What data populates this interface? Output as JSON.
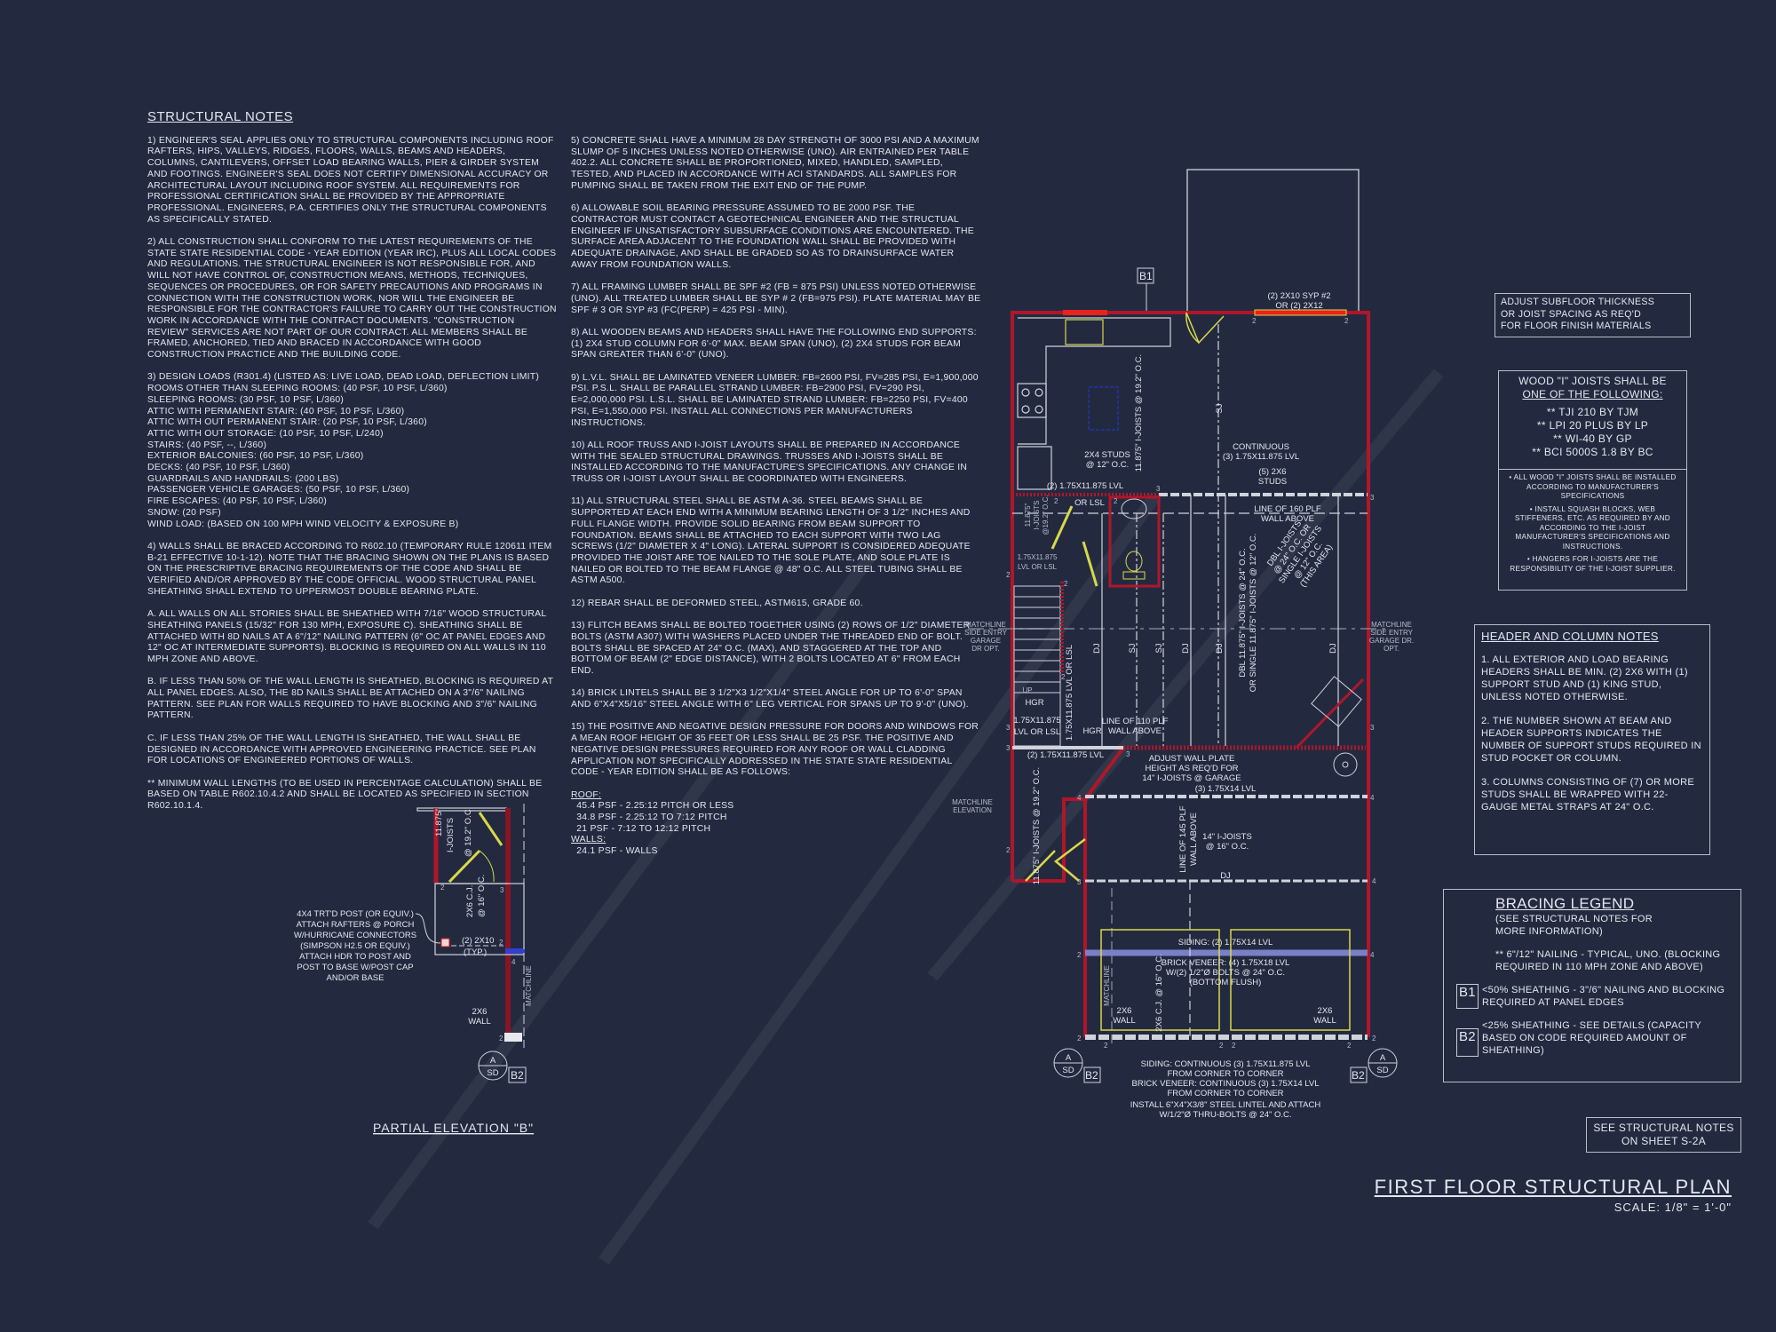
{
  "structural_notes": {
    "title": "STRUCTURAL NOTES",
    "left": [
      "1) ENGINEER'S SEAL APPLIES ONLY TO STRUCTURAL COMPONENTS INCLUDING ROOF RAFTERS, HIPS, VALLEYS, RIDGES, FLOORS, WALLS, BEAMS AND HEADERS, COLUMNS, CANTILEVERS, OFFSET LOAD BEARING WALLS, PIER & GIRDER SYSTEM AND FOOTINGS. ENGINEER'S SEAL DOES NOT CERTIFY DIMENSIONAL ACCURACY OR ARCHITECTURAL LAYOUT INCLUDING ROOF SYSTEM. ALL REQUIREMENTS FOR PROFESSIONAL CERTIFICATION SHALL BE PROVIDED BY THE APPROPRIATE PROFESSIONAL. ENGINEERS, P.A. CERTIFIES ONLY THE STRUCTURAL COMPONENTS AS SPECIFICALLY STATED.",
      "2) ALL CONSTRUCTION SHALL CONFORM TO THE LATEST REQUIREMENTS OF THE STATE STATE RESIDENTIAL CODE - YEAR EDITION (YEAR IRC), PLUS ALL LOCAL CODES AND REGULATIONS. THE STRUCTURAL ENGINEER IS NOT RESPONSIBLE FOR, AND WILL NOT HAVE CONTROL OF, CONSTRUCTION MEANS, METHODS, TECHNIQUES, SEQUENCES OR PROCEDURES, OR FOR SAFETY PRECAUTIONS AND PROGRAMS IN CONNECTION WITH THE CONSTRUCTION WORK, NOR WILL THE ENGINEER BE RESPONSIBLE FOR THE CONTRACTOR'S FAILURE TO CARRY OUT THE CONSTRUCTION WORK IN ACCORDANCE WITH THE CONTRACT DOCUMENTS. \"CONSTRUCTION REVIEW\" SERVICES ARE NOT PART OF OUR CONTRACT. ALL MEMBERS SHALL BE FRAMED, ANCHORED, TIED AND BRACED IN ACCORDANCE WITH GOOD CONSTRUCTION PRACTICE AND THE BUILDING CODE."
    ],
    "design_loads": [
      "3) DESIGN LOADS (R301.4) (LISTED AS: LIVE LOAD, DEAD LOAD, DEFLECTION LIMIT)",
      "ROOMS OTHER THAN SLEEPING ROOMS: (40 PSF, 10 PSF, L/360)",
      "SLEEPING ROOMS: (30 PSF, 10 PSF, L/360)",
      "ATTIC WITH PERMANENT STAIR: (40 PSF, 10 PSF, L/360)",
      "ATTIC WITH OUT PERMANENT STAIR: (20 PSF, 10 PSF, L/360)",
      "ATTIC WITH OUT STORAGE: (10 PSF, 10 PSF, L/240)",
      "STAIRS: (40 PSF, --, L/360)",
      "EXTERIOR BALCONIES: (60 PSF, 10 PSF, L/360)",
      "DECKS: (40 PSF, 10 PSF, L/360)",
      "GUARDRAILS AND HANDRAILS: (200 LBS)",
      "PASSENGER VEHICLE GARAGES: (50 PSF, 10 PSF, L/360)",
      "FIRE ESCAPES: (40 PSF, 10 PSF, L/360)",
      "SNOW: (20     PSF)",
      "WIND LOAD: (BASED ON 100 MPH WIND VELOCITY & EXPOSURE B)"
    ],
    "left_after": [
      "4) WALLS SHALL BE BRACED ACCORDING TO R602.10 (TEMPORARY RULE 120611 ITEM B-21 EFFECTIVE 10-1-12). NOTE THAT THE BRACING SHOWN ON THE PLANS IS BASED ON THE PRESCRIPTIVE BRACING REQUIREMENTS OF THE CODE AND SHALL BE VERIFIED AND/OR APPROVED BY THE CODE OFFICIAL. WOOD STRUCTURAL PANEL SHEATHING SHALL EXTEND TO UPPERMOST DOUBLE BEARING PLATE.",
      "a. ALL WALLS ON ALL STORIES SHALL BE SHEATHED WITH 7/16\" WOOD STRUCTURAL SHEATHING PANELS (15/32\" FOR 130 MPH, EXPOSURE C). SHEATHING SHALL BE ATTACHED WITH 8d NAILS AT A 6\"/12\" NAILING PATTERN (6\" OC AT PANEL EDGES AND 12\" OC AT INTERMEDIATE SUPPORTS). BLOCKING IS REQUIRED ON ALL WALLS IN 110 MPH ZONE AND ABOVE.",
      "b. IF LESS THAN 50% OF THE WALL LENGTH IS SHEATHED, BLOCKING IS REQUIRED AT ALL PANEL EDGES. ALSO, THE 8d NAILS SHALL BE ATTACHED ON A 3\"/6\" NAILING PATTERN. SEE PLAN FOR WALLS REQUIRED TO HAVE BLOCKING AND 3\"/6\" NAILING PATTERN.",
      "c. IF LESS THAN 25% OF THE WALL LENGTH IS SHEATHED, THE WALL SHALL BE DESIGNED IN ACCORDANCE WITH APPROVED ENGINEERING PRACTICE. SEE PLAN FOR LOCATIONS OF ENGINEERED PORTIONS OF WALLS.",
      "** MINIMUM WALL LENGTHS (TO BE USED IN PERCENTAGE CALCULATION) SHALL BE BASED ON TABLE R602.10.4.2 AND SHALL BE LOCATED AS SPECIFIED IN SECTION R602.10.1.4."
    ],
    "middle": [
      "5) CONCRETE SHALL HAVE A MINIMUM 28 DAY STRENGTH OF 3000 PSI AND A MAXIMUM SLUMP OF 5 INCHES UNLESS NOTED OTHERWISE (UNO). AIR ENTRAINED PER TABLE 402.2. ALL CONCRETE SHALL BE PROPORTIONED, MIXED, HANDLED, SAMPLED, TESTED, AND PLACED IN ACCORDANCE WITH ACI STANDARDS. ALL SAMPLES FOR PUMPING SHALL BE TAKEN FROM THE EXIT END OF THE PUMP.",
      "6) ALLOWABLE SOIL BEARING PRESSURE ASSUMED TO BE 2000 PSF. THE CONTRACTOR MUST CONTACT A GEOTECHNICAL ENGINEER AND THE STRUCTUAL ENGINEER IF UNSATISFACTORY SUBSURFACE CONDITIONS ARE ENCOUNTERED. THE SURFACE AREA ADJACENT TO THE FOUNDATION WALL SHALL BE PROVIDED WITH ADEQUATE DRAINAGE, AND SHALL BE GRADED SO AS TO DRAINSURFACE WATER AWAY FROM FOUNDATION WALLS.",
      "7) ALL FRAMING LUMBER SHALL BE SPF #2 (Fb = 875 PSI) UNLESS NOTED OTHERWISE (UNO). ALL TREATED LUMBER SHALL BE SYP # 2 (Fb=975 PSI). PLATE MATERIAL MAY BE SPF # 3 OR SYP #3 (Fc(perp) = 425 PSI - MIN).",
      "8) ALL WOODEN BEAMS AND HEADERS SHALL HAVE THE FOLLOWING END SUPPORTS: (1) 2x4 STUD COLUMN FOR 6'-0\" MAX. BEAM SPAN (UNO), (2) 2X4 STUDS FOR BEAM SPAN GREATER THAN 6'-0\" (UNO).",
      "9) L.V.L.  SHALL BE LAMINATED VENEER LUMBER: Fb=2600 PSI, Fv=285 PSI, E=1,900,000 PSI. P.S.L.  SHALL BE PARALLEL STRAND LUMBER: Fb=2900 PSI, Fv=290 PSI, E=2,000,000 PSI. L.S.L.  SHALL BE LAMINATED STRAND LUMBER: Fb=2250 PSI, Fv=400 PSI, E=1,550,000 PSI. INSTALL ALL CONNECTIONS PER MANUFACTURERS INSTRUCTIONS.",
      "10) ALL ROOF TRUSS AND I-JOIST LAYOUTS SHALL BE PREPARED IN ACCORDANCE WITH THE SEALED STRUCTURAL DRAWINGS. TRUSSES AND I-JOISTS SHALL BE INSTALLED ACCORDING TO THE MANUFACTURE'S SPECIFICATIONS. ANY CHANGE IN TRUSS OR I-JOIST LAYOUT SHALL BE COORDINATED WITH  ENGINEERS.",
      "11) ALL STRUCTURAL STEEL SHALL BE ASTM A-36. STEEL BEAMS SHALL BE SUPPORTED AT EACH END WITH A MINIMUM BEARING LENGTH OF 3 1/2\" INCHES AND FULL FLANGE WIDTH. PROVIDE SOLID BEARING FROM BEAM SUPPORT TO FOUNDATION. BEAMS SHALL BE ATTACHED TO EACH SUPPORT WITH TWO LAG SCREWS (1/2\" DIAMETER x 4\" LONG). LATERAL SUPPORT IS CONSIDERED ADEQUATE PROVIDED THE JOIST ARE TOE NAILED TO THE SOLE PLATE, AND SOLE PLATE IS NAILED OR BOLTED TO THE BEAM FLANGE @ 48\" O.C. ALL STEEL TUBING SHALL BE ASTM A500.",
      "12) REBAR SHALL BE DEFORMED STEEL, ASTM615, GRADE 60.",
      "13) FLITCH BEAMS SHALL BE BOLTED TOGETHER USING (2) ROWS OF 1/2\" DIAMETER BOLTS (ASTM A307) WITH WASHERS PLACED UNDER THE THREADED END OF BOLT. BOLTS SHALL BE SPACED AT 24\" O.C. (MAX), AND STAGGERED AT THE TOP AND BOTTOM OF BEAM (2\" EDGE DISTANCE), WITH 2 BOLTS LOCATED AT 6\" FROM EACH END.",
      "14) BRICK LINTELS SHALL BE 3 1/2\"x3 1/2\"x1/4\" STEEL ANGLE FOR UP TO 6'-0\" SPAN AND 6\"x4\"x5/16\" STEEL ANGLE WITH 6\" LEG VERTICAL FOR SPANS UP TO 9'-0\" (UNO).",
      "15) THE POSITIVE AND NEGATIVE DESIGN PRESSURE FOR DOORS AND WINDOWS FOR A MEAN ROOF HEIGHT OF 35 FEET OR LESS SHALL BE 25 PSF. THE POSITIVE AND NEGATIVE DESIGN PRESSURES REQUIRED FOR ANY ROOF OR WALL CLADDING APPLICATION NOT SPECIFICALLY ADDRESSED IN THE STATE STATE RESIDENTIAL CODE - YEAR EDITION SHALL BE AS FOLLOWS:"
    ],
    "roof_label": "ROOF:",
    "roof": [
      "45.4 PSF - 2.25:12 PITCH OR LESS",
      "34.8 PSF - 2.25:12 TO 7:12 PITCH",
      "21 PSF - 7:12 TO 12:12 PITCH"
    ],
    "walls_label": "WALLS:",
    "walls": [
      "24.1 PSF - WALLS"
    ]
  },
  "subfloor_note": [
    "ADJUST SUBFLOOR THICKNESS",
    "OR JOIST SPACING AS REQ'D",
    "FOR FLOOR FINISH MATERIALS"
  ],
  "i_joists": {
    "heading": "WOOD \"I\" JOISTS SHALL BE",
    "subheading": "ONE OF THE FOLLOWING:",
    "options": [
      "** TJI 210 BY TJM",
      "** LPI 20 PLUS BY LP",
      "** WI-40 BY GP",
      "** BCI 5000s 1.8 BY BC"
    ],
    "notes": [
      "• ALL WOOD \"I\" JOISTS SHALL BE INSTALLED ACCORDING TO MANUFACTURER'S SPECIFICATIONS",
      "• INSTALL SQUASH BLOCKS, WEB STIFFENERS, ETC. AS REQUIRED BY AND ACCORDING TO THE I-JOIST MANUFACTURER'S SPECIFICATIONS AND INSTRUCTIONS.",
      "• HANGERS FOR I-JOISTS ARE THE RESPONSIBILITY OF THE I-JOIST SUPPLIER."
    ]
  },
  "header_column_notes": {
    "title": "HEADER AND COLUMN NOTES",
    "items": [
      "1. ALL EXTERIOR AND LOAD BEARING HEADERS SHALL BE MIN. (2) 2x6 WITH (1) SUPPORT STUD AND (1) KING STUD, UNLESS NOTED OTHERWISE.",
      "2. THE NUMBER SHOWN AT BEAM AND HEADER SUPPORTS INDICATES THE NUMBER OF SUPPORT STUDS REQUIRED IN STUD POCKET OR COLUMN.",
      "3. COLUMNS CONSISTING OF (7) OR MORE STUDS SHALL BE WRAPPED WITH 22-GAUGE METAL STRAPS AT 24\" O.C."
    ]
  },
  "bracing_legend": {
    "title": "BRACING LEGEND",
    "subtitle": "(SEE STRUCTURAL NOTES FOR MORE INFORMATION)",
    "typical": "** 6\"/12\" NAILING - TYPICAL, UNO. (BLOCKING REQUIRED IN 110 MPH ZONE AND ABOVE)",
    "items": [
      {
        "tag": "B1",
        "text": "<50% SHEATHING - 3\"/6\" NAILING AND BLOCKING REQUIRED AT PANEL EDGES"
      },
      {
        "tag": "B2",
        "text": "<25% SHEATHING - SEE DETAILS (CAPACITY BASED ON CODE REQUIRED AMOUNT OF SHEATHING)"
      }
    ]
  },
  "see_notes": [
    "SEE STRUCTURAL NOTES",
    "ON SHEET S-2a"
  ],
  "sheet_title": "FIRST FLOOR STRUCTURAL PLAN",
  "scale": "SCALE: 1/8\" = 1'-0\"",
  "partial_elevation": {
    "title": "PARTIAL ELEVATION \"B\"",
    "post_note": [
      "4x4 TRT'D POST (OR EQUIV.)",
      "ATTACH RAFTERS @ PORCH",
      "w/HURRICANE CONNECTORS",
      "(SIMPSON H2.5 OR EQUIV.)",
      "ATTACH HDR TO POST AND",
      "POST TO BASE w/POST CAP",
      "AND/OR BASE"
    ],
    "joists": [
      "11.875\"",
      "I-JOISTS",
      "@ 19.2\" O.C."
    ],
    "cj": [
      "2x6 C.J.",
      "@ 16\" O.C."
    ],
    "header": "(2) 2x10",
    "typ": "(TYP.)",
    "wall": [
      "2x6",
      "WALL"
    ],
    "matchline": "MATCHLINE",
    "section_top": "A",
    "section_bottom": "SD",
    "tag": "B2",
    "marks": [
      "2",
      "3",
      "2",
      "4",
      "2"
    ]
  },
  "plan": {
    "bracing_tag_top": "B1",
    "header_top": [
      "(2) 2x10 SYP #2",
      "OR (2) 2x12"
    ],
    "joists_kitchen": "11.875\" I-JOISTS @ 19.2\" O.C.",
    "sj": "SJ",
    "dj": "DJ",
    "studs_2x4": [
      "2x4 STUDS",
      "@ 12\" O.C."
    ],
    "continuous": [
      "CONTINUOUS",
      "(3) 1.75x11.875 LVL"
    ],
    "studs_2x6": [
      "(5) 2x6",
      "STUDS"
    ],
    "lvl_bath": [
      "(2) 1.75x11.875 LVL",
      "OR LSL"
    ],
    "line_160": [
      "LINE OF 160 PLF",
      "WALL ABOVE"
    ],
    "dbl_joists": [
      "DBL 11.875\" I-JOISTS @ 24\" O.C.",
      "OR SINGLE 11.875\" I-JOISTS @ 12\" O.C."
    ],
    "dbl_area": [
      "DBL I-JOISTS",
      "@ 24\" O.C. OR",
      "SINGLE I-JOISTS",
      "@ 12\" O.C.",
      "(THIS AREA)"
    ],
    "small_joists": [
      "11.875\"",
      "I-JOISTS",
      "@19.2\" O.C."
    ],
    "lvl_lsl": [
      "1.75x11.875",
      "LVL OR LSL"
    ],
    "matchline_garage": [
      "MATCHLINE",
      "SIDE ENTRY",
      "GARAGE",
      "DR OPT."
    ],
    "matchline_garage_right": [
      "MATCHLINE",
      "SIDE ENTRY",
      "GARAGE DR.",
      "OPT."
    ],
    "up": "UP",
    "hgr": "HGR",
    "lvl_stair_v": "1.75x11.875 LVL OR LSL",
    "line_110": [
      "LINE OF 110 PLF",
      "WALL ABOVE"
    ],
    "lvl_stair_beam": "(2) 1.75x11.875 LVL",
    "adjust_plate": [
      "ADJUST WALL PLATE",
      "HEIGHT AS REQ'D FOR",
      "14\" I-JOISTS @ GARAGE"
    ],
    "lvl_14": "(3) 1.75x14 LVL",
    "matchline_elev": [
      "MATCHLINE",
      "ELEVATION"
    ],
    "line_145": [
      "LINE OF 145 PLF",
      "WALL ABOVE"
    ],
    "garage_joists": [
      "14\" I-JOISTS",
      "@ 16\" O.C."
    ],
    "siding_beam": "SIDING: (2) 1.75x14 LVL",
    "brick_beam": [
      "BRICK VENEER: (4) 1.75x18 LVL",
      "w/(2) 1/2\"ø BOLTS @ 24\" O.C.",
      "(BOTTOM FLUSH)"
    ],
    "cj": "2x6 C.J. @ 16\" O.C.",
    "matchline": "MATCHLINE",
    "wall_2x6": [
      "2x6",
      "WALL"
    ],
    "bottom_note": [
      "SIDING: CONTINUOUS (3) 1.75x11.875 LVL",
      "FROM CORNER TO CORNER",
      "BRICK VENEER: CONTINUOUS (3) 1.75x14 LVL",
      "FROM CORNER TO CORNER",
      "INSTALL 6\"x4\"x3/8\" STEEL LINTEL AND ATTACH",
      "w/1/2\"ø THRU-BOLTS @ 24\" O.C."
    ],
    "section_top": "A",
    "section_bottom": "SD",
    "tag_bottom": "B2",
    "support_marks": [
      "2",
      "2",
      "3",
      "3",
      "2",
      "2",
      "2",
      "2",
      "2",
      "3",
      "3",
      "3",
      "3",
      "4",
      "4",
      "2",
      "4",
      "4",
      "2",
      "2",
      "2",
      "2",
      "2",
      "2",
      "2",
      "3"
    ]
  },
  "colors": {
    "background": "#232a3f",
    "wall": "#b0162a",
    "header": "#e8221c",
    "door": "#d8d84a",
    "line": "#d0d3dc",
    "fixture": "#2233aa"
  }
}
